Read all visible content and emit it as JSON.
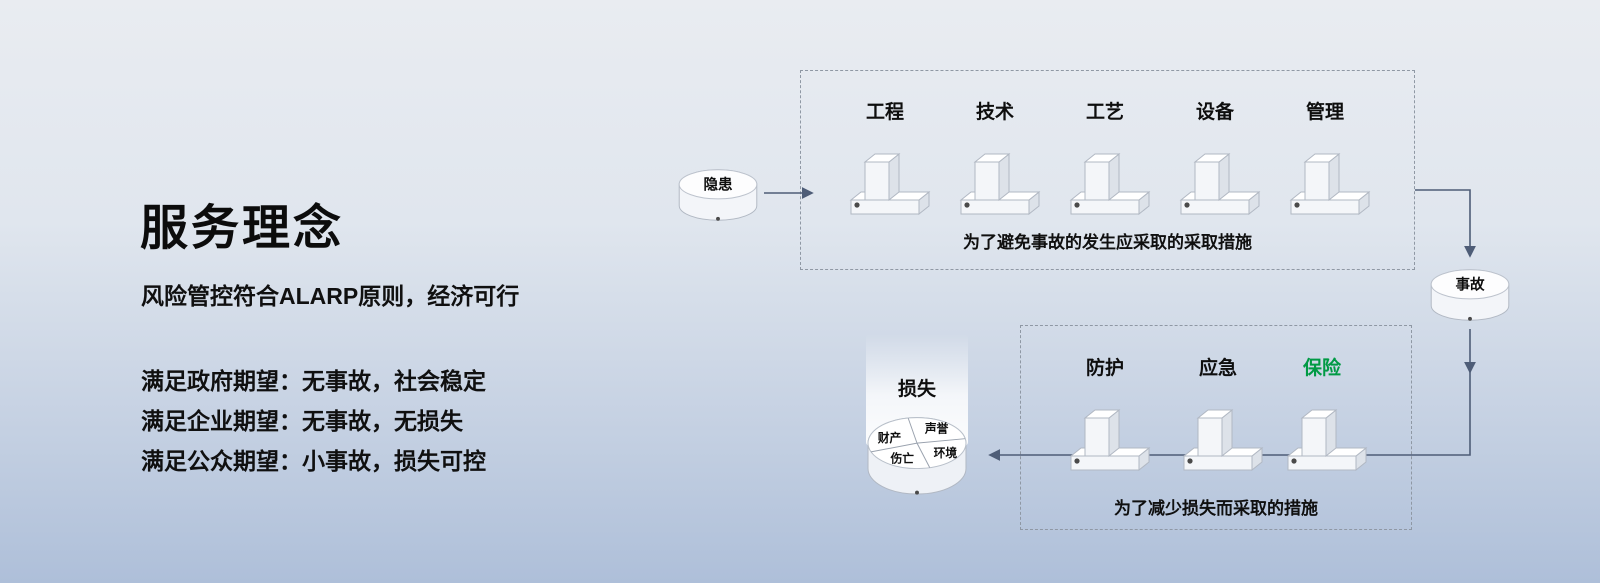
{
  "page": {
    "title": "服务理念",
    "subtitle": "风险管控符合ALARP原则，经济可行",
    "expectations": [
      "满足政府期望：无事故，社会稳定",
      "满足企业期望：无事故，无损失",
      "满足公众期望：小事故，损失可控"
    ]
  },
  "flow": {
    "hazard": "隐患",
    "accident": "事故",
    "prevention": {
      "barriers": [
        "工程",
        "技术",
        "工艺",
        "设备",
        "管理"
      ],
      "caption": "为了避免事故的发生应采取的采取措施"
    },
    "mitigation": {
      "barriers": [
        "防护",
        "应急",
        "保险"
      ],
      "caption": "为了减少损失而采取的措施"
    },
    "loss": {
      "label": "损失",
      "slices": [
        "财产",
        "声誉",
        "伤亡",
        "环境"
      ]
    }
  },
  "colors": {
    "highlight_green": "#009a44",
    "arrow": "#4e5d77",
    "dashed_border": "#8f98a4"
  }
}
